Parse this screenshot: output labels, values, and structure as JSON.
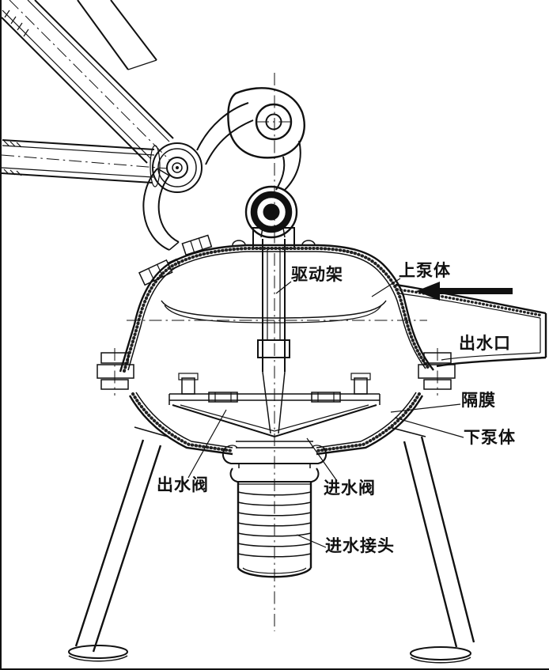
{
  "diagram": {
    "labels": {
      "drive_frame": "驱动架",
      "upper_pump_body": "上泵体",
      "water_outlet": "出水口",
      "diaphragm": "隔膜",
      "lower_pump_body": "下泵体",
      "outlet_valve": "出水阀",
      "inlet_valve": "进水阀",
      "inlet_connector": "进水接头"
    },
    "colors": {
      "ink": "#111111",
      "paper": "#ffffff"
    }
  }
}
